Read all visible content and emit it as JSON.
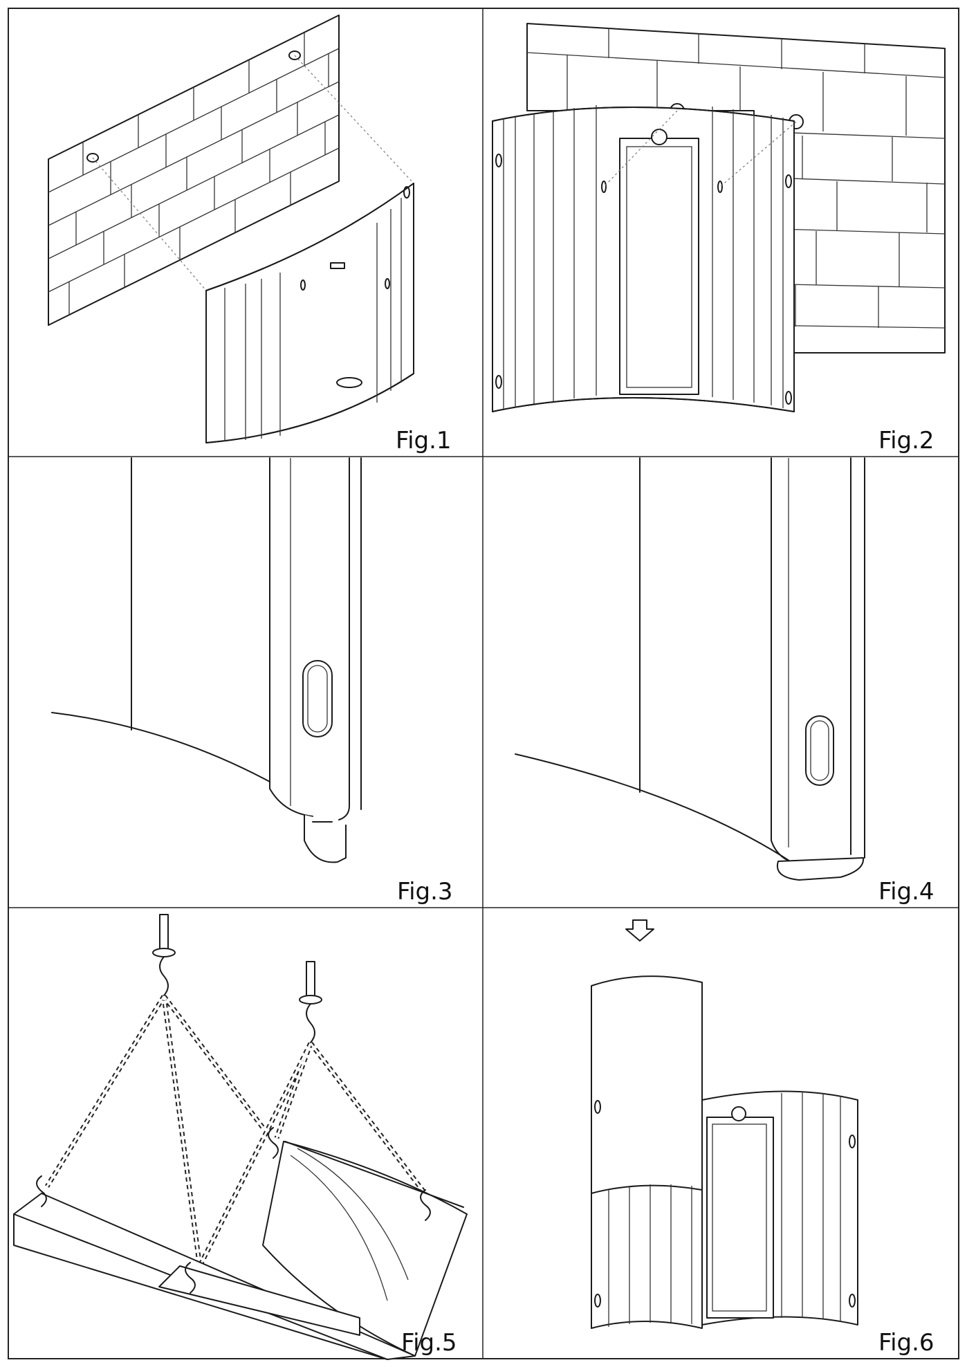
{
  "figures": [
    {
      "id": "fig1",
      "label": "Fig.1"
    },
    {
      "id": "fig2",
      "label": "Fig.2"
    },
    {
      "id": "fig3",
      "label": "Fig.3"
    },
    {
      "id": "fig4",
      "label": "Fig.4"
    },
    {
      "id": "fig5",
      "label": "Fig.5"
    },
    {
      "id": "fig6",
      "label": "Fig.6"
    }
  ]
}
